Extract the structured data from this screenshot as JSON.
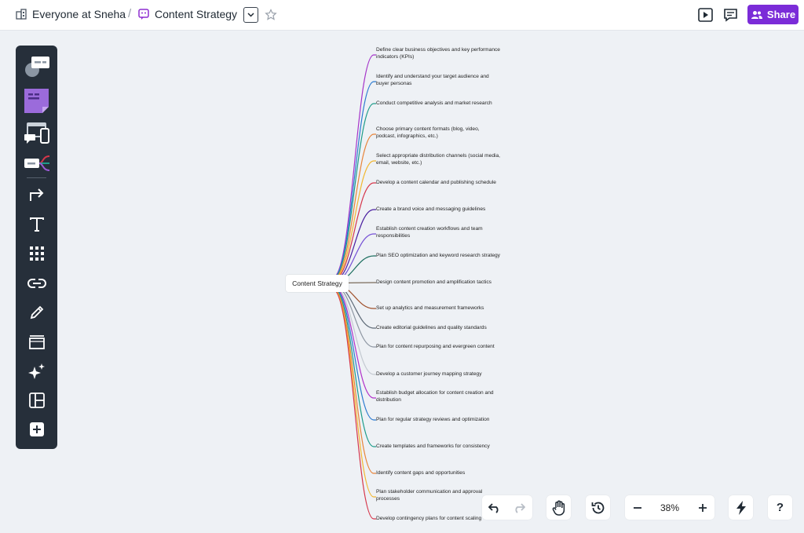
{
  "header": {
    "workspace": "Everyone at Sneha",
    "separator": "/",
    "board_title": "Content Strategy",
    "share_label": "Share"
  },
  "mindmap": {
    "center": "Content Strategy",
    "branches": [
      {
        "text": "Define clear business objectives and key performance indicators (KPIs)",
        "color": "#a534c9"
      },
      {
        "text": "Identify and understand your target audience and buyer personas",
        "color": "#2c7bd0"
      },
      {
        "text": "Conduct competitive analysis and market research",
        "color": "#1e9c8a"
      },
      {
        "text": "Choose primary content formats (blog, video, podcast, infographics, etc.)",
        "color": "#e8843a"
      },
      {
        "text": "Select appropriate distribution channels (social media, email, website, etc.)",
        "color": "#f2b730"
      },
      {
        "text": "Develop a content calendar and publishing schedule",
        "color": "#d6364a"
      },
      {
        "text": "Create a brand voice and messaging guidelines",
        "color": "#4a1fa0"
      },
      {
        "text": "Establish content creation workflows and team responsibilities",
        "color": "#7550d6"
      },
      {
        "text": "Plan SEO optimization and keyword research strategy",
        "color": "#1b6e5e"
      },
      {
        "text": "Design content promotion and amplification tactics",
        "color": "#7a6b5b"
      },
      {
        "text": "Set up analytics and measurement frameworks",
        "color": "#a0522d"
      },
      {
        "text": "Create editorial guidelines and quality standards",
        "color": "#5f6b78"
      },
      {
        "text": "Plan for content repurposing and evergreen content",
        "color": "#8d96a2"
      },
      {
        "text": "Develop a customer journey mapping strategy",
        "color": "#c3c9d1"
      },
      {
        "text": "Establish budget allocation for content creation and distribution",
        "color": "#b132c9"
      },
      {
        "text": "Plan for regular strategy reviews and optimization",
        "color": "#2c7bd0"
      },
      {
        "text": "Create templates and frameworks for consistency",
        "color": "#1e9c8a"
      },
      {
        "text": "Identify content gaps and opportunities",
        "color": "#e8843a"
      },
      {
        "text": "Plan stakeholder communication and approval processes",
        "color": "#f2b730"
      },
      {
        "text": "Develop contingency plans for content scaling",
        "color": "#d6364a"
      }
    ]
  },
  "bottom": {
    "zoom": "38%"
  },
  "colors": {
    "accent": "#7b2cd8",
    "toolbar_bg": "#262f3a",
    "canvas_bg": "#eef1f5"
  }
}
